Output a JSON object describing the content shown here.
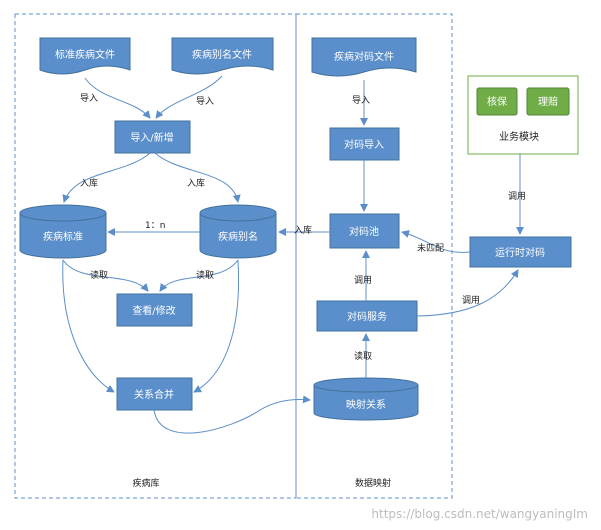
{
  "colors": {
    "node_fill": "#5b8fcb",
    "node_stroke": "#41719c",
    "edge": "#5b8fcb",
    "region_border": "#5b8fcb",
    "module_border": "#70ad47",
    "button_fill": "#70ad47",
    "button_stroke": "#548235"
  },
  "regions": {
    "disease_library": "疾病库",
    "data_mapping": "数据映射"
  },
  "nodes": {
    "standard_file": "标准疾病文件",
    "alias_file": "疾病别名文件",
    "import_add": "导入/新增",
    "disease_standard": "疾病标准",
    "disease_alias": "疾病别名",
    "view_modify": "查看/修改",
    "relation_merge": "关系合并",
    "code_file": "疾病对码文件",
    "code_import": "对码导入",
    "code_pool": "对码池",
    "code_service": "对码服务",
    "mapping_relation": "映射关系",
    "runtime_code": "运行时对码"
  },
  "business_module": {
    "title": "业务模块",
    "buttons": [
      "核保",
      "理赔"
    ]
  },
  "edge_labels": {
    "import_1": "导入",
    "import_2": "导入",
    "import_3": "导入",
    "store_1": "入库",
    "store_2": "入库",
    "store_3": "入库",
    "ratio": "1：n",
    "read_1": "读取",
    "read_2": "读取",
    "read_3": "读取",
    "call_1": "调用",
    "call_2": "调用",
    "call_3": "调用",
    "unmatched": "未匹配"
  },
  "watermark": "https://blog.csdn.net/wangyaningIm"
}
